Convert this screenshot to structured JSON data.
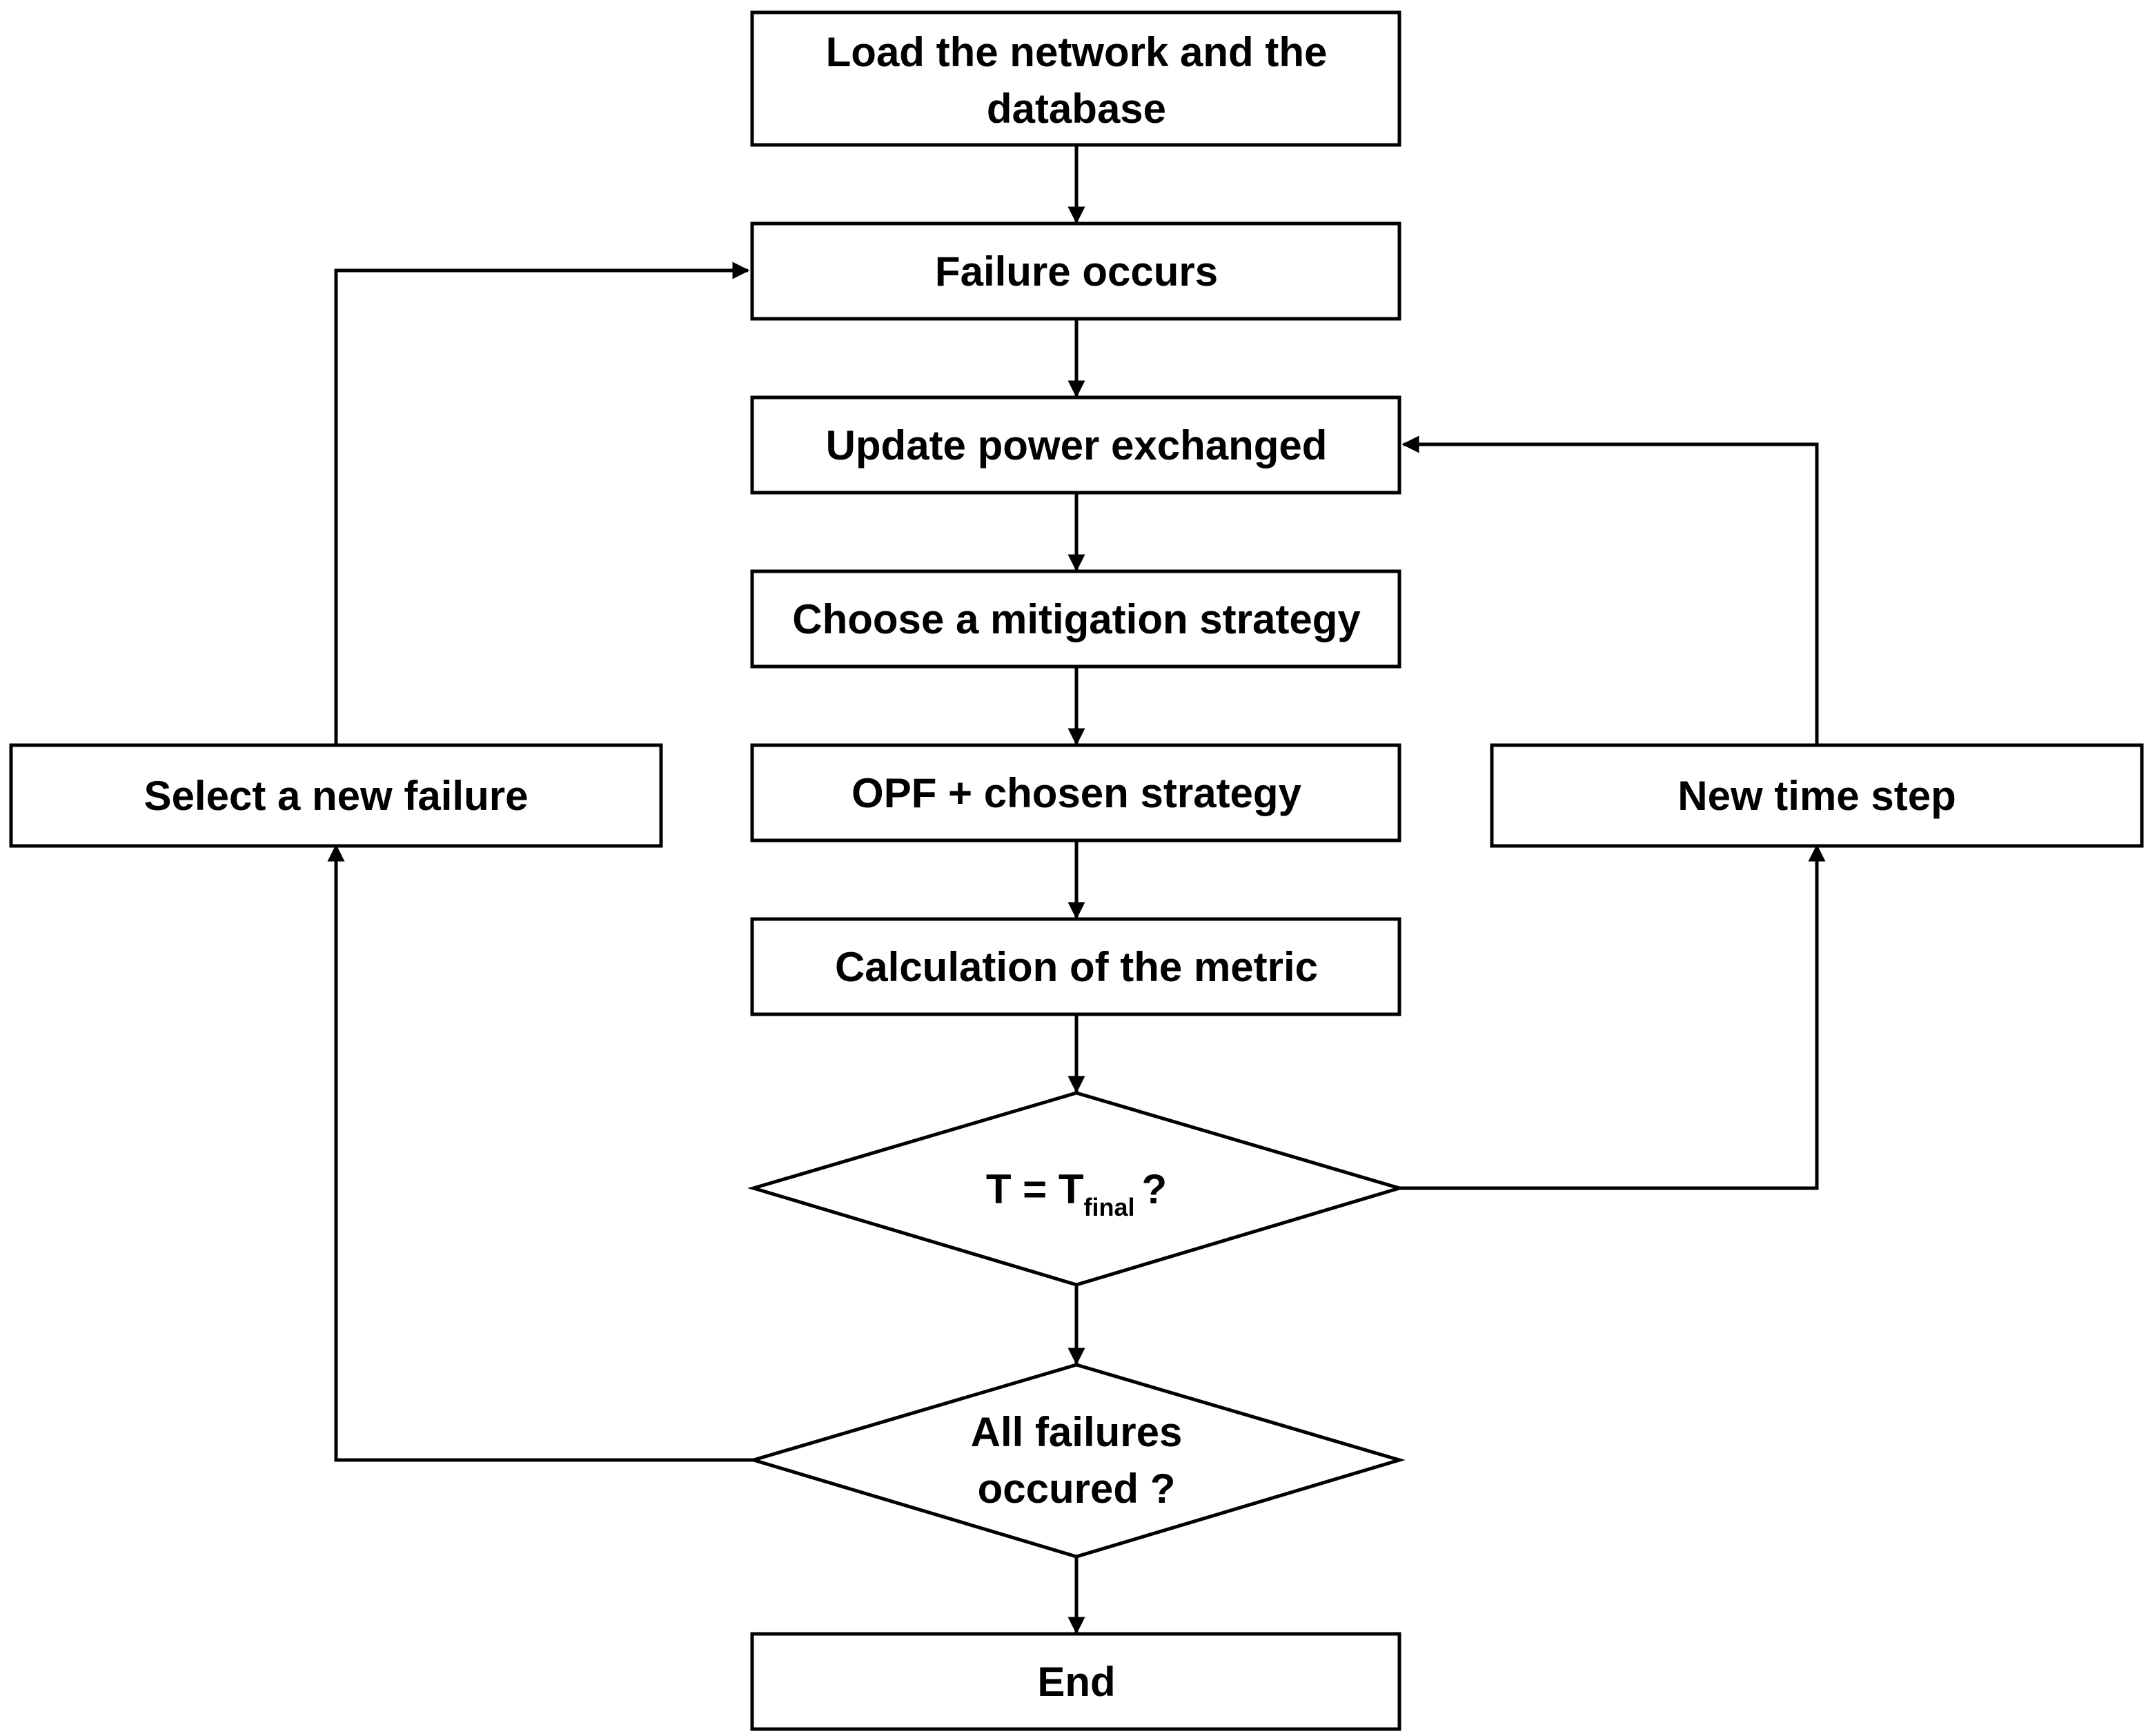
{
  "steps": {
    "load": {
      "line1": "Load the network and the",
      "line2": "database"
    },
    "failure": "Failure occurs",
    "update": "Update power exchanged",
    "choose": "Choose a mitigation strategy",
    "opf": "OPF + chosen strategy",
    "calc": "Calculation of the metric",
    "end": "End",
    "select_new": "Select a new failure",
    "new_step": "New time step"
  },
  "decisions": {
    "tfinal": {
      "prefix": "T = T",
      "subscript": "final",
      "suffix": "?"
    },
    "all_failures": {
      "line1": "All failures",
      "line2": "occured ?"
    }
  },
  "colors": {
    "stroke": "#000000",
    "fill": "#ffffff",
    "text": "#000000"
  }
}
